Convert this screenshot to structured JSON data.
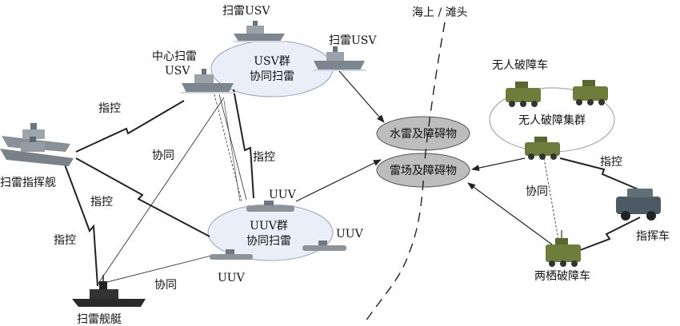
{
  "labels": {
    "usv_top": "扫雷USV",
    "usv_right": "扫雷USV",
    "usv_center_l1": "中心扫雷",
    "usv_center_l2": "USV",
    "usv_group_l1": "USV群",
    "usv_group_l2": "协同扫雷",
    "command_ship": "扫雷指挥舰",
    "minesweeper": "扫雷舰艇",
    "uuv_top": "UUV",
    "uuv_right": "UUV",
    "uuv_bottom": "UUV",
    "uuv_group_l1": "UUV群",
    "uuv_group_l2": "协同扫雷",
    "mine_obstacle": "水雷及障碍物",
    "minefield_obstacle": "雷场及障碍物",
    "sea_beach": "海上 / 滩头",
    "unmanned_vehicle": "无人破障车",
    "unmanned_cluster": "无人破障集群",
    "command_vehicle": "指挥车",
    "amphibious_vehicle": "两栖破障车",
    "control_1": "指控",
    "control_2": "指控",
    "control_3": "指控",
    "control_4": "指控",
    "control_5": "指控",
    "coop_1": "协同",
    "coop_2": "协同",
    "coop_3": "协同"
  },
  "colors": {
    "ellipse_fill": "#e9eef8",
    "target_fill": "#bdbdbd",
    "ship_gray": "#8a9097",
    "ship_dark": "#2a2a2a",
    "vehicle_green": "#6f7d3c"
  }
}
